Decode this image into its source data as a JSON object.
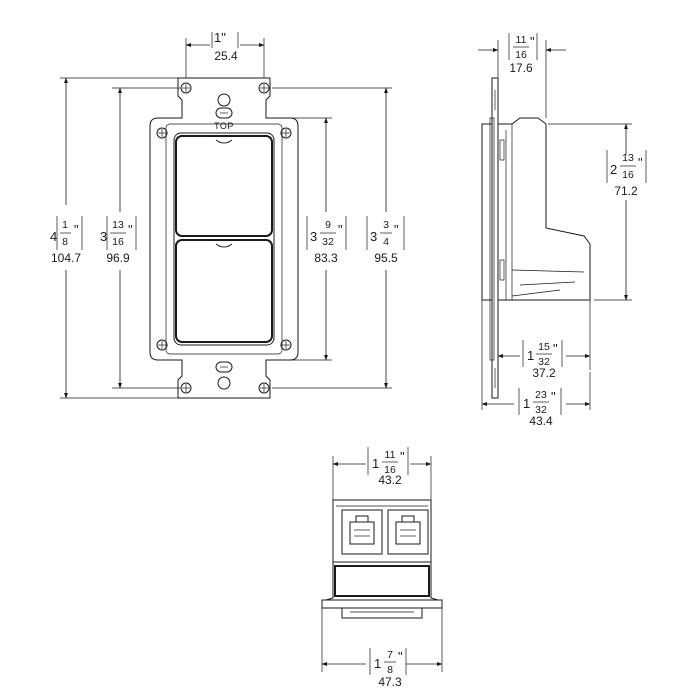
{
  "labels": {
    "top_marking": "TOP",
    "inch_mark": "\""
  },
  "dimensions": {
    "plate_spacing": {
      "whole": "1",
      "numerator": "",
      "denominator": "",
      "inch": "1\"",
      "mm": "25.4"
    },
    "overall_height": {
      "whole": "4",
      "numerator": "1",
      "denominator": "8",
      "mm": "104.7"
    },
    "strap_height": {
      "whole": "3",
      "numerator": "13",
      "denominator": "16",
      "mm": "96.9"
    },
    "opening_height": {
      "whole": "3",
      "numerator": "9",
      "denominator": "32",
      "mm": "83.3"
    },
    "hole_spacing": {
      "whole": "3",
      "numerator": "3",
      "denominator": "4",
      "mm": "95.5"
    },
    "flange_depth": {
      "whole": "",
      "numerator": "11",
      "denominator": "16",
      "mm": "17.6"
    },
    "body_height": {
      "whole": "2",
      "numerator": "13",
      "denominator": "16",
      "mm": "71.2"
    },
    "body_depth": {
      "whole": "1",
      "numerator": "15",
      "denominator": "32",
      "mm": "37.2"
    },
    "overall_depth": {
      "whole": "1",
      "numerator": "23",
      "denominator": "32",
      "mm": "43.4"
    },
    "body_width": {
      "whole": "1",
      "numerator": "11",
      "denominator": "16",
      "mm": "43.2"
    },
    "strap_width": {
      "whole": "1",
      "numerator": "7",
      "denominator": "8",
      "mm": "47.3"
    }
  }
}
